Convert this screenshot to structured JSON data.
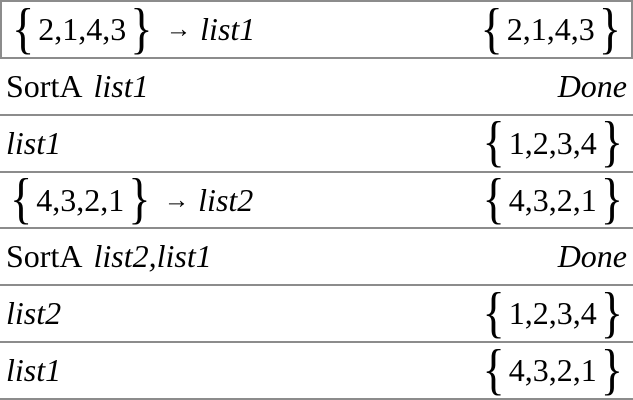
{
  "app": {
    "view": "calculator-history"
  },
  "colors": {
    "background": "#ffffff",
    "text": "#000000",
    "separator": "#8c8c8c"
  },
  "rows": [
    {
      "input": {
        "open_brace": "{",
        "list": "2,1,4,3",
        "close_brace": "}",
        "arrow": "→",
        "var": "list1"
      },
      "output": {
        "open_brace": "{",
        "list": "2,1,4,3",
        "close_brace": "}"
      }
    },
    {
      "input": {
        "cmd": "SortA",
        "args": "list1"
      },
      "output": {
        "result": "Done"
      }
    },
    {
      "input": {
        "var": "list1"
      },
      "output": {
        "open_brace": "{",
        "list": "1,2,3,4",
        "close_brace": "}"
      }
    },
    {
      "input": {
        "open_brace": "{",
        "list": "4,3,2,1",
        "close_brace": "}",
        "arrow": "→",
        "var": "list2"
      },
      "output": {
        "open_brace": "{",
        "list": "4,3,2,1",
        "close_brace": "}"
      }
    },
    {
      "input": {
        "cmd": "SortA",
        "args": "list2,list1"
      },
      "output": {
        "result": "Done"
      }
    },
    {
      "input": {
        "var": "list2"
      },
      "output": {
        "open_brace": "{",
        "list": "1,2,3,4",
        "close_brace": "}"
      }
    },
    {
      "input": {
        "var": "list1"
      },
      "output": {
        "open_brace": "{",
        "list": "4,3,2,1",
        "close_brace": "}"
      }
    }
  ]
}
